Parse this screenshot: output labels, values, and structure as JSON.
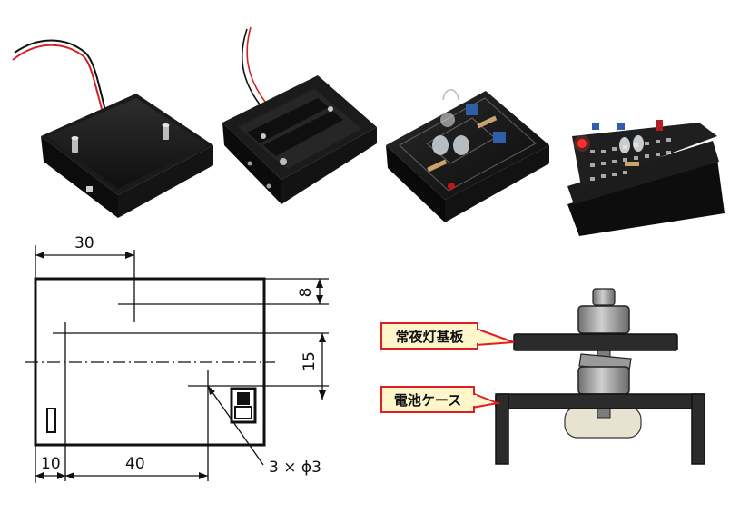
{
  "photos": [
    {
      "subject": "battery-case-closed"
    },
    {
      "subject": "battery-case-open"
    },
    {
      "subject": "board-on-case-top-view"
    },
    {
      "subject": "board-on-case-side-view"
    }
  ],
  "drawing": {
    "dim_top": "30",
    "dim_right_top": "8",
    "dim_right_mid": "15",
    "dim_bottom_left": "10",
    "dim_bottom_right": "40",
    "hole_label": "3 × ϕ3"
  },
  "assembly": {
    "board_label": "常夜灯基板",
    "case_label": "電池ケース"
  },
  "colors": {
    "callout_fill": "#FFF6CC",
    "callout_stroke": "#E02020",
    "part_dark": "#2b2b2b",
    "nut_gray": "#8f8f8f",
    "case_bottom": "#e8e2d0"
  }
}
